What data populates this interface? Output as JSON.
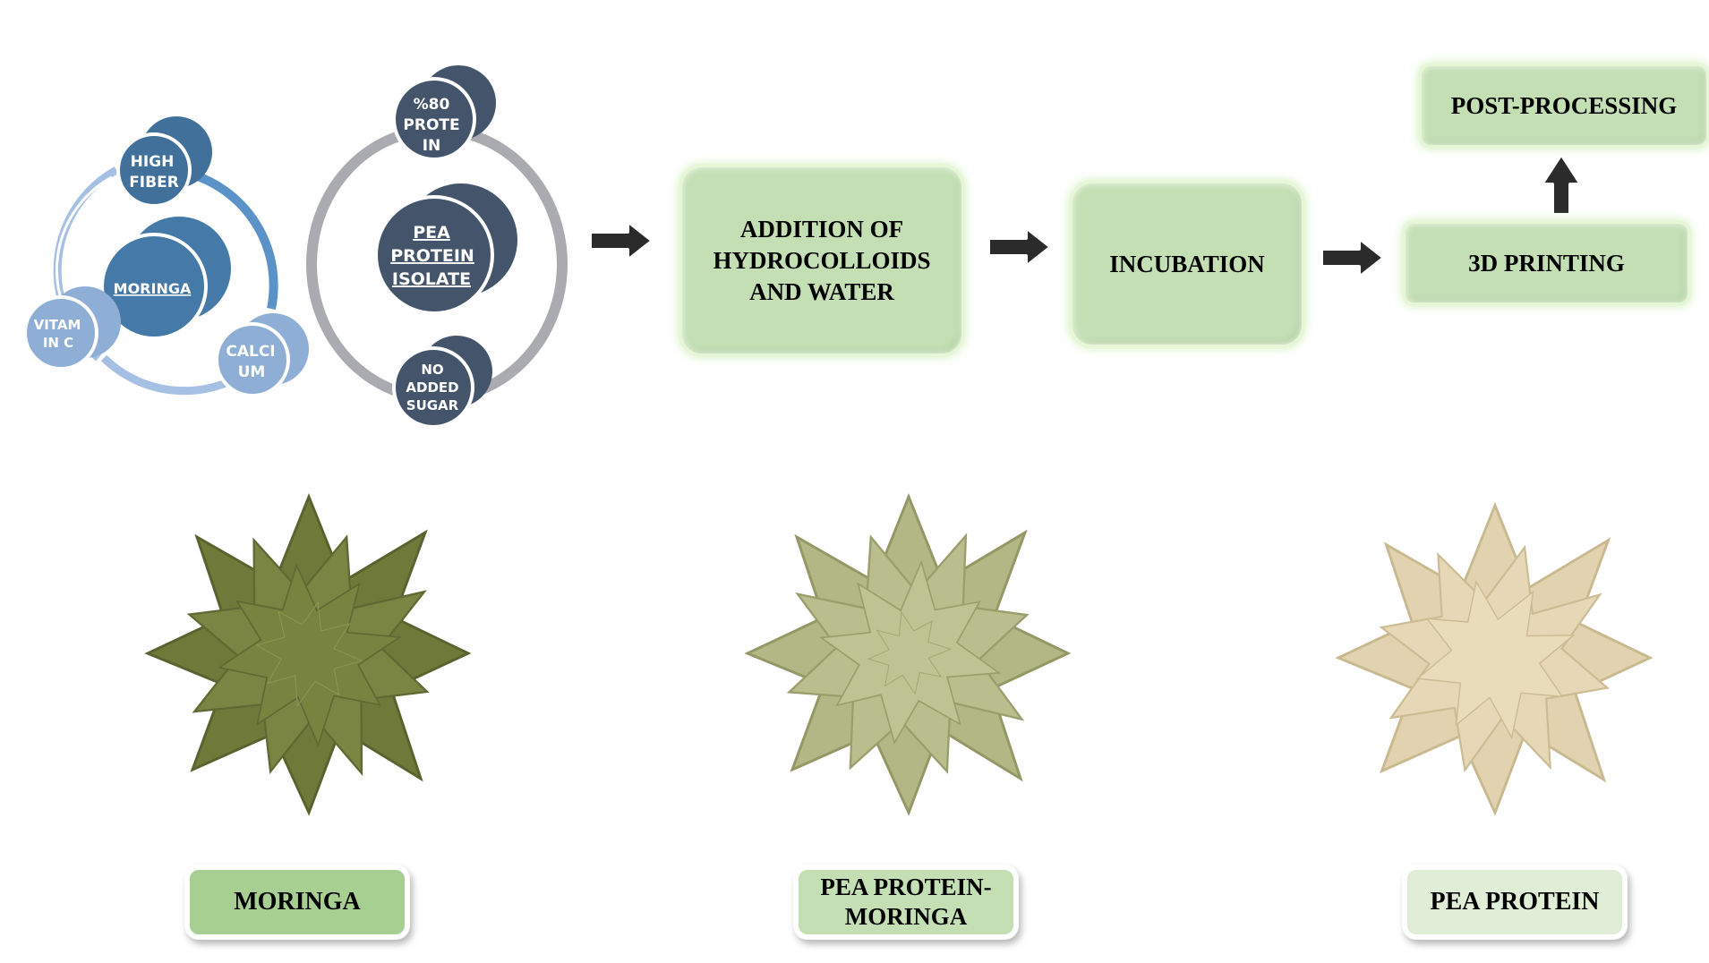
{
  "moringa_cluster": {
    "center": "MORINGA",
    "satellites": [
      "HIGH FIBER",
      "VITAM IN C",
      "CALCI UM"
    ],
    "satellite_lines": [
      [
        "HIGH",
        "FIBER"
      ],
      [
        "VITAM",
        "IN C"
      ],
      [
        "CALCI",
        "UM"
      ]
    ],
    "colors": {
      "center": "#4579a8",
      "top": "#41709b",
      "light": "#8eaed6",
      "ring_dark": "#5b93c8",
      "ring_light": "#a5c0e3"
    }
  },
  "pea_cluster": {
    "center_lines": [
      "PEA",
      "PROTEIN",
      "ISOLATE"
    ],
    "top_lines": [
      "%80",
      "PROTE",
      "IN"
    ],
    "bottom_lines": [
      "NO",
      "ADDED",
      "SUGAR"
    ],
    "colors": {
      "node": "#44546a",
      "ring": "#a9abb0"
    }
  },
  "process_steps": {
    "addition": [
      "ADDITION OF",
      "HYDROCOLLOIDS",
      "AND WATER"
    ],
    "incubation": "INCUBATION",
    "printing": "3D PRINTING",
    "post_processing": "POST-PROCESSING",
    "step_color": "#c4dfb4",
    "arrow_color": "#2b2b2b"
  },
  "samples": [
    {
      "label_lines": [
        "MORINGA"
      ],
      "color": "#a8cf92",
      "product_color": "#6f7a3a"
    },
    {
      "label_lines": [
        "PEA PROTEIN-",
        "MORINGA"
      ],
      "color": "#c4dfb4",
      "product_color": "#b7ba8a"
    },
    {
      "label_lines": [
        "PEA PROTEIN"
      ],
      "color": "#e1eed7",
      "product_color": "#e2d3b0"
    }
  ]
}
